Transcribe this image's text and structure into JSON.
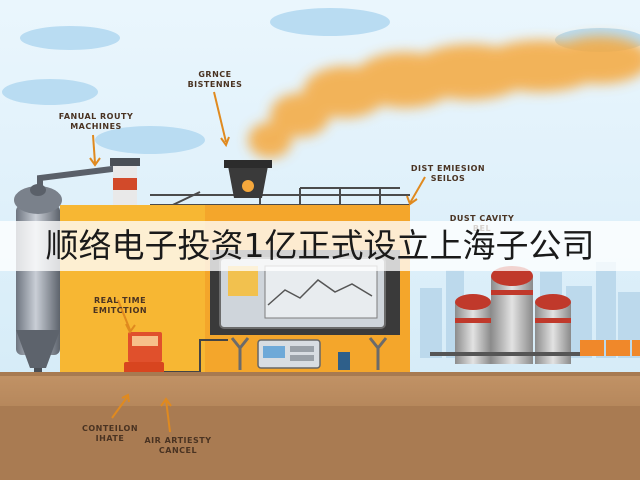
{
  "headline": "顺络电子投资1亿正式设立上海子公司",
  "labels": {
    "top_left": "FANUAL ROUTY\nMACHINES",
    "top_center": "GRNCE\nBISTENNES",
    "right_upper": "DIST EMIESION\nSEILOS",
    "right_middle": "DUST CAVITY\nBEL",
    "left_middle": "REAL TIME\nEMITCTION",
    "bottom_left": "CONTEILON\nIHATE",
    "bottom_center": "AIR ARTIESTY\nCANCEL"
  },
  "colors": {
    "sky": "#dff0fb",
    "smoke": "#f4a53a",
    "factory_wall": "#f7b733",
    "ground": "#b98a5e",
    "ground_dark": "#9a6c44",
    "banner_text": "#1a1a1a"
  }
}
